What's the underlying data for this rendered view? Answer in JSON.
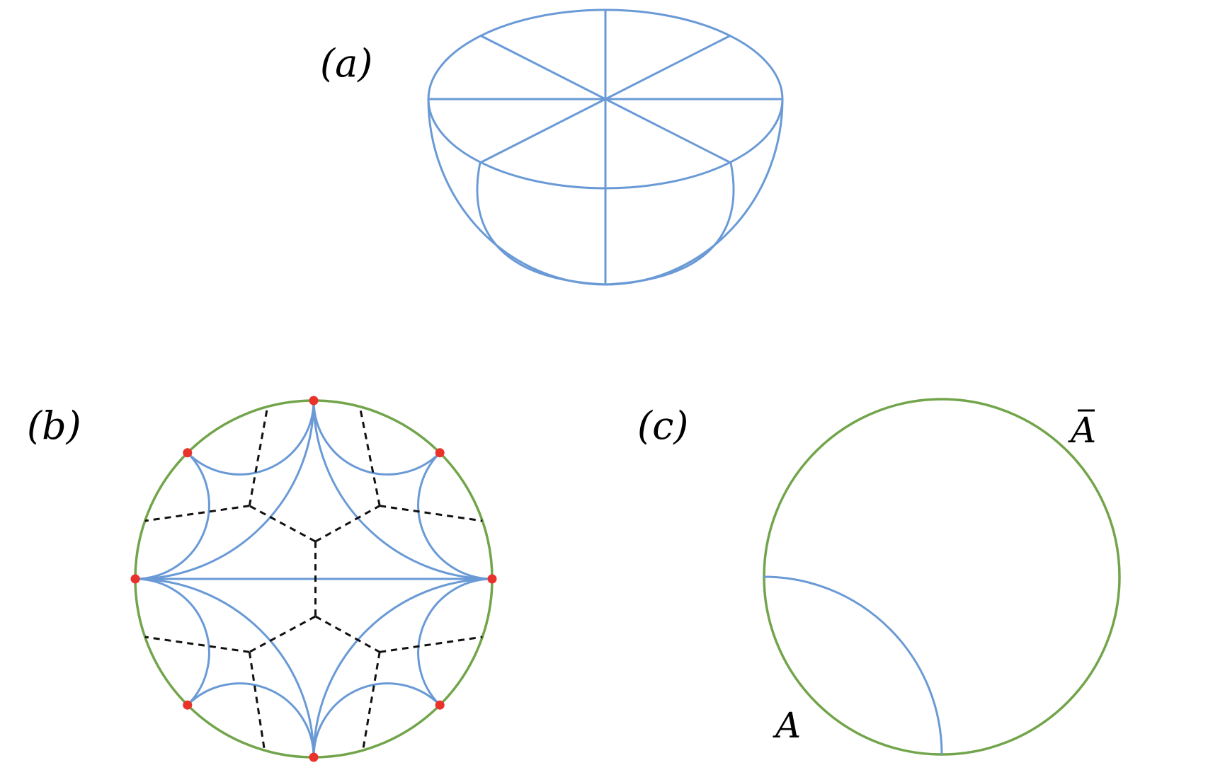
{
  "panels": {
    "a": {
      "label": "(a)"
    },
    "b": {
      "label": "(b)"
    },
    "c": {
      "label": "(c)"
    }
  },
  "regions": {
    "A": "A",
    "A_bar": "A"
  },
  "colors": {
    "geodesic": "#6a9ad6",
    "boundary": "#72a54b",
    "marked_point": "#e8322b",
    "dual_graph": "#111111"
  }
}
